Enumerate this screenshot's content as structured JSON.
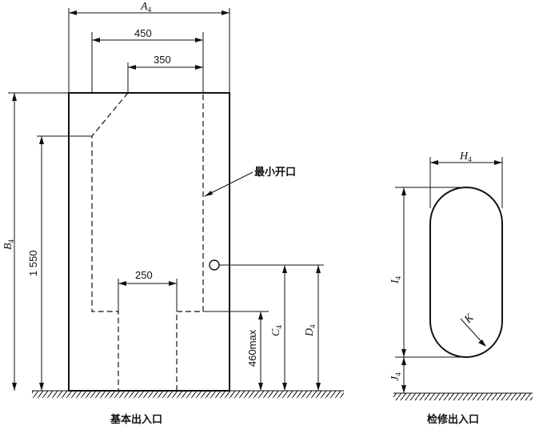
{
  "labels": {
    "a": "A",
    "a_sub": "4",
    "b": "B",
    "b_sub": "4",
    "c": "C",
    "c_sub": "4",
    "d": "D",
    "d_sub": "4",
    "h": "H",
    "h_sub": "4",
    "i": "I",
    "i_sub": "4",
    "j": "J",
    "j_sub": "4",
    "k": "K"
  },
  "dims": {
    "w450": "450",
    "w350": "350",
    "w250": "250",
    "h1550": "1 550",
    "h460": "460max"
  },
  "notes": {
    "min_opening": "最小开口"
  },
  "captions": {
    "basic": "基本出入口",
    "service": "检修出入口"
  }
}
